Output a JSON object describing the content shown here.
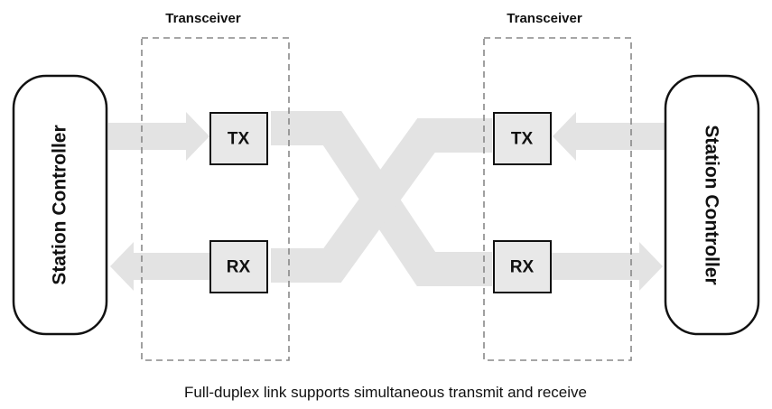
{
  "diagram": {
    "left_transceiver": {
      "title": "Transceiver",
      "tx_label": "TX",
      "rx_label": "RX"
    },
    "right_transceiver": {
      "title": "Transceiver",
      "tx_label": "TX",
      "rx_label": "RX"
    },
    "left_controller": {
      "label": "Station Controller"
    },
    "right_controller": {
      "label": "Station Controller"
    },
    "caption": "Full-duplex link supports simultaneous transmit and receive",
    "colors": {
      "arrow": "#e3e3e3",
      "box_fill": "#e8e8e8",
      "outline": "#111111",
      "dashed": "#888888"
    }
  }
}
